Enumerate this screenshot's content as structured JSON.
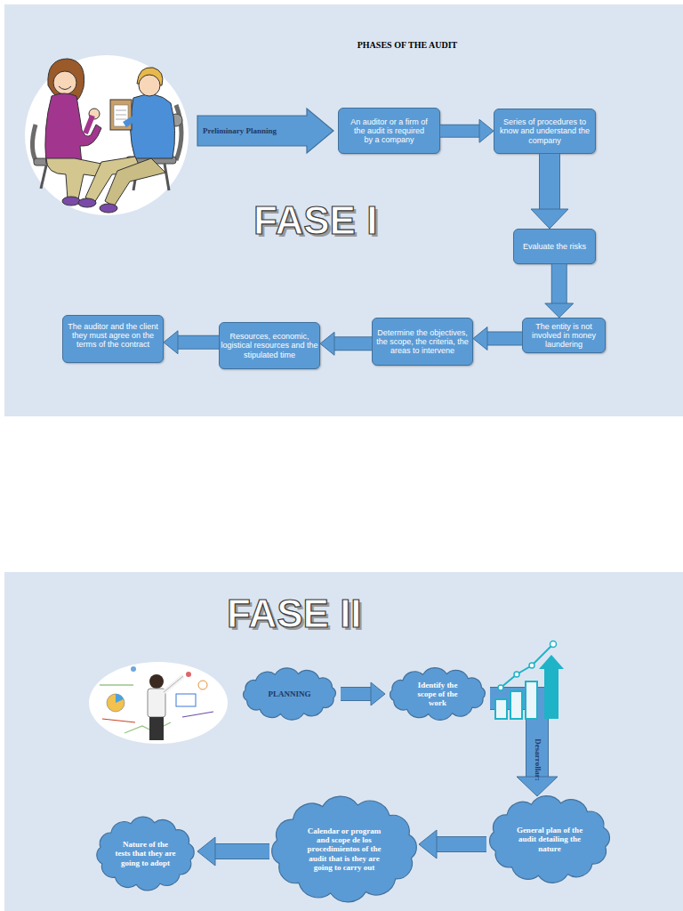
{
  "diagram": {
    "title": "PHASES OF THE AUDIT",
    "nodes": [
      {
        "text": [
          "Preliminary Planning"
        ]
      },
      {
        "text": [
          "An auditor or a firm of the audit is required by a company"
        ]
      },
      {
        "text": [
          "Series of procedures to know and understand the company"
        ]
      },
      {
        "text": [
          "Evaluate the risks"
        ]
      },
      {
        "text": [
          "The entity is not involved in money laundering"
        ]
      },
      {
        "text": [
          "Determine the objectives, the scope, the criteria, the areas to intervene"
        ]
      },
      {
        "text": [
          "Resources, economic, logistical resources and the stipulated time"
        ]
      },
      {
        "text": [
          "The auditor and the client they must agree on the terms of the contract"
        ]
      },
      {
        "text": [
          "PLANNING"
        ]
      },
      {
        "text": [
          "Identify the scope of the work"
        ]
      },
      {
        "text": [
          "General plan of the audit detailing the nature"
        ]
      },
      {
        "text": [
          "Calendar or program and scope de los procedimientos of the audit that is they are going to carry out"
        ]
      },
      {
        "text": [
          "Nature of the tests that they are going to adopt"
        ]
      }
    ],
    "edges": [
      {
        "from": 1,
        "to": 2,
        "arrow": "to"
      },
      {
        "from": 2,
        "to": 3,
        "arrow": "to"
      },
      {
        "from": 3,
        "to": 4,
        "arrow": "to"
      },
      {
        "from": 4,
        "to": 5,
        "arrow": "to"
      },
      {
        "from": 5,
        "to": 6,
        "arrow": "to"
      },
      {
        "from": 6,
        "to": 7,
        "arrow": "to"
      },
      {
        "from": 8,
        "to": 9,
        "arrow": "to"
      },
      {
        "from": 9,
        "to": 10,
        "label": "Desarrollar:",
        "arrow": "to"
      },
      {
        "from": 10,
        "to": 11,
        "arrow": "to"
      },
      {
        "from": 11,
        "to": 12,
        "arrow": "to"
      }
    ],
    "labels": [
      "FASE I",
      "FASE II"
    ]
  }
}
